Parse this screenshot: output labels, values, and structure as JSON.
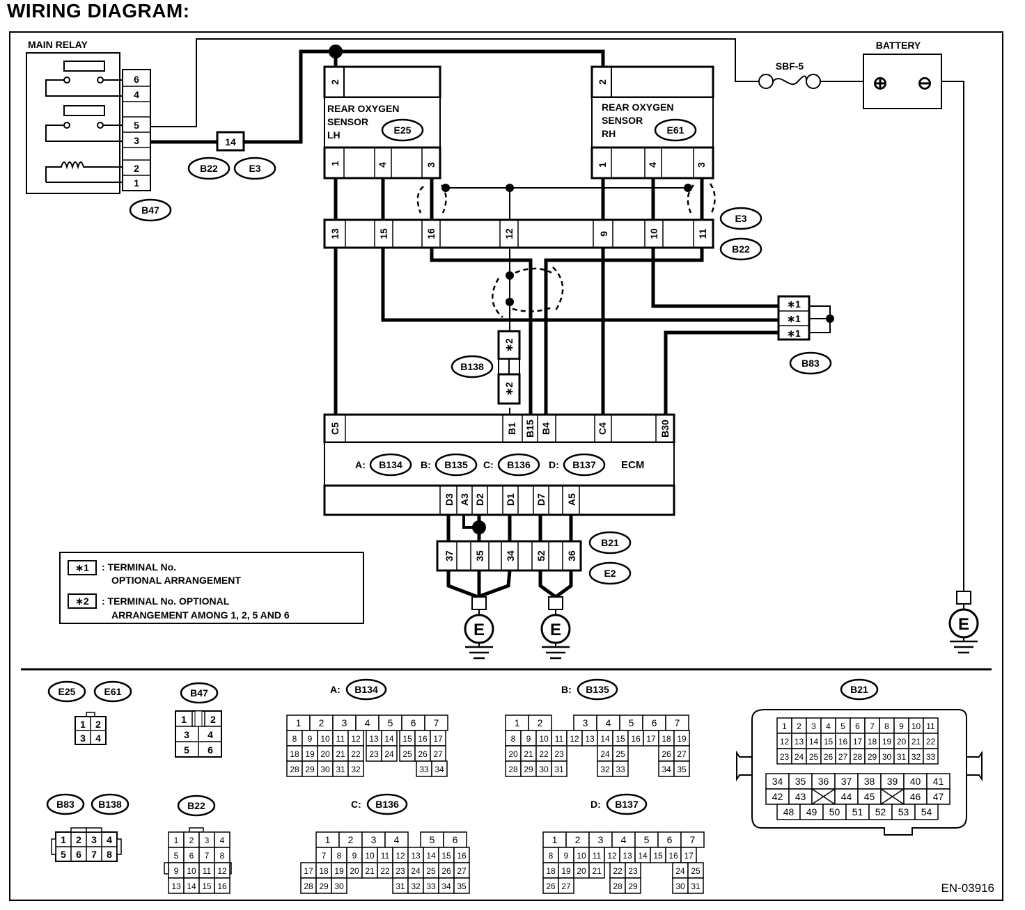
{
  "title": "WIRING DIAGRAM:",
  "drawing_no": "EN-03916",
  "main_relay": {
    "label": "MAIN RELAY",
    "connector": "B47",
    "terminals": [
      "6",
      "4",
      "5",
      "3",
      "2",
      "1"
    ]
  },
  "battery": {
    "label": "BATTERY",
    "plus": "⊕",
    "minus": "⊖"
  },
  "fuse": {
    "label": "SBF-5"
  },
  "joint_b22_e3": {
    "terminal": "14",
    "connectors": [
      "B22",
      "E3"
    ]
  },
  "sensor_lh": {
    "line1": "REAR OXYGEN",
    "line2": "SENSOR",
    "line3": "LH",
    "connector": "E25",
    "top_terminal": "2",
    "terminals": [
      "1",
      "4",
      "3"
    ]
  },
  "sensor_rh": {
    "line1": "REAR OXYGEN",
    "line2": "SENSOR",
    "line3": "RH",
    "connector": "E61",
    "top_terminal": "2",
    "terminals": [
      "1",
      "4",
      "3"
    ]
  },
  "connector_b22": {
    "labels": [
      "E3",
      "B22"
    ],
    "terminals": [
      "13",
      "15",
      "16",
      "12",
      "9",
      "10",
      "11"
    ]
  },
  "connector_b83": {
    "label": "B83",
    "terminals": [
      "∗1",
      "∗1",
      "∗1"
    ]
  },
  "connector_b138": {
    "label": "B138",
    "terminals": [
      "∗2",
      "∗2"
    ]
  },
  "ecm": {
    "label": "ECM",
    "top_terminals": [
      "C5",
      "B1",
      "B15",
      "B4",
      "C4",
      "B30"
    ],
    "connectors": [
      {
        "prefix": "A:",
        "name": "B134"
      },
      {
        "prefix": "B:",
        "name": "B135"
      },
      {
        "prefix": "C:",
        "name": "B136"
      },
      {
        "prefix": "D:",
        "name": "B137"
      }
    ],
    "bottom_terminals": [
      "D3",
      "A3",
      "D2",
      "D1",
      "D7",
      "A5"
    ]
  },
  "connector_b21": {
    "labels": [
      "B21",
      "E2"
    ],
    "terminals": [
      "37",
      "35",
      "34",
      "52",
      "36"
    ]
  },
  "ground": "E",
  "notes": [
    {
      "key": "∗1",
      "line1": ": TERMINAL No.",
      "line2": "OPTIONAL ARRANGEMENT"
    },
    {
      "key": "∗2",
      "line1": ": TERMINAL No. OPTIONAL",
      "line2": "ARRANGEMENT AMONG 1, 2, 5 AND 6"
    }
  ],
  "connector_views": {
    "e25_e61": {
      "names": [
        "E25",
        "E61"
      ],
      "rows": [
        [
          "1",
          "2"
        ],
        [
          "3",
          "4"
        ]
      ]
    },
    "b47": {
      "name": "B47",
      "rows": [
        [
          "1",
          "",
          "2"
        ],
        [
          "3",
          "4"
        ],
        [
          "5",
          "6"
        ]
      ]
    },
    "b134": {
      "prefix": "A:",
      "name": "B134",
      "rows": [
        [
          "1",
          "2",
          "3",
          "4",
          "5",
          "6",
          "7"
        ],
        [
          "8",
          "9",
          "10",
          "11",
          "12",
          "13",
          "14",
          "15",
          "16",
          "17"
        ],
        [
          "18",
          "19",
          "20",
          "21",
          "22",
          "23",
          "24",
          "25",
          "26",
          "27"
        ],
        [
          "28",
          "29",
          "30",
          "31",
          "32",
          "33",
          "34"
        ]
      ]
    },
    "b135": {
      "prefix": "B:",
      "name": "B135",
      "rows": [
        [
          "1",
          "2",
          "3",
          "4",
          "5",
          "6",
          "7"
        ],
        [
          "8",
          "9",
          "10",
          "11",
          "12",
          "13",
          "14",
          "15",
          "16",
          "17",
          "18",
          "19"
        ],
        [
          "20",
          "21",
          "22",
          "23",
          "24",
          "25",
          "26",
          "27"
        ],
        [
          "28",
          "29",
          "30",
          "31",
          "32",
          "33",
          "34",
          "35"
        ]
      ]
    },
    "b21": {
      "name": "B21",
      "rows": [
        [
          "1",
          "2",
          "3",
          "4",
          "5",
          "6",
          "7",
          "8",
          "9",
          "10",
          "11"
        ],
        [
          "12",
          "13",
          "14",
          "15",
          "16",
          "17",
          "18",
          "19",
          "20",
          "21",
          "22"
        ],
        [
          "23",
          "24",
          "25",
          "26",
          "27",
          "28",
          "29",
          "30",
          "31",
          "32",
          "33"
        ],
        [
          "34",
          "35",
          "36",
          "37",
          "38",
          "39",
          "40",
          "41"
        ],
        [
          "42",
          "43",
          "44",
          "45",
          "46",
          "47"
        ],
        [
          "48",
          "49",
          "50",
          "51",
          "52",
          "53",
          "54"
        ]
      ]
    },
    "b83_b138": {
      "names": [
        "B83",
        "B138"
      ],
      "rows": [
        [
          "1",
          "2",
          "3",
          "4"
        ],
        [
          "5",
          "6",
          "7",
          "8"
        ]
      ]
    },
    "b22": {
      "name": "B22",
      "rows": [
        [
          "1",
          "2",
          "3",
          "4"
        ],
        [
          "5",
          "6",
          "7",
          "8"
        ],
        [
          "9",
          "10",
          "11",
          "12"
        ],
        [
          "13",
          "14",
          "15",
          "16"
        ]
      ]
    },
    "b136": {
      "prefix": "C:",
      "name": "B136",
      "rows": [
        [
          "1",
          "2",
          "3",
          "4",
          "5",
          "6"
        ],
        [
          "7",
          "8",
          "9",
          "10",
          "11",
          "12",
          "13",
          "14",
          "15",
          "16"
        ],
        [
          "17",
          "18",
          "19",
          "20",
          "21",
          "22",
          "23",
          "24",
          "25",
          "26",
          "27"
        ],
        [
          "28",
          "29",
          "30",
          "31",
          "32",
          "33",
          "34",
          "35"
        ]
      ]
    },
    "b137": {
      "prefix": "D:",
      "name": "B137",
      "rows": [
        [
          "1",
          "2",
          "3",
          "4",
          "5",
          "6",
          "7"
        ],
        [
          "8",
          "9",
          "10",
          "11",
          "12",
          "13",
          "14",
          "15",
          "16",
          "17"
        ],
        [
          "18",
          "19",
          "20",
          "21",
          "22",
          "23",
          "24",
          "25"
        ],
        [
          "26",
          "27",
          "28",
          "29",
          "30",
          "31"
        ]
      ]
    }
  }
}
